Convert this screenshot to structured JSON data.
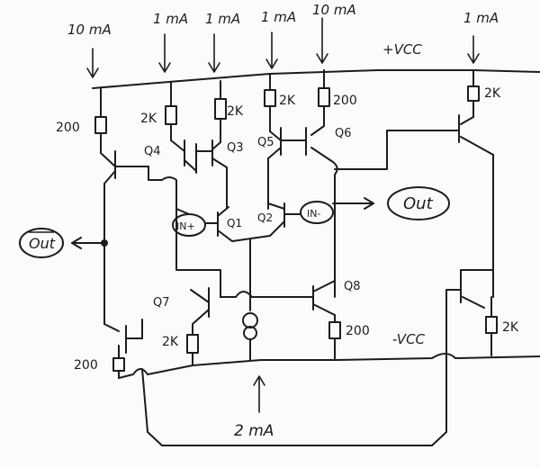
{
  "current_sources": [
    "10 mA",
    "1 mA",
    "1 mA",
    "1 mA",
    "10 mA",
    "1 mA"
  ],
  "tail_source": "2 mA",
  "rails": {
    "positive": "+VCC",
    "negative": "-VCC"
  },
  "resistors": {
    "r_q_left_out": "200",
    "r_q4": "2K",
    "r_q3": "2K",
    "r_q5": "2K",
    "r_q6": "200",
    "r_right_top": "2K",
    "r_q7_left": "200",
    "r_q7": "2K",
    "r_q8": "200",
    "r_right_bottom": "2K"
  },
  "transistors": [
    "Q1",
    "Q2",
    "Q3",
    "Q4",
    "Q5",
    "Q6",
    "Q7",
    "Q8"
  ],
  "ports": {
    "in_plus": "IN+",
    "in_minus": "IN-",
    "out": "Out",
    "out_bar": "Out"
  }
}
